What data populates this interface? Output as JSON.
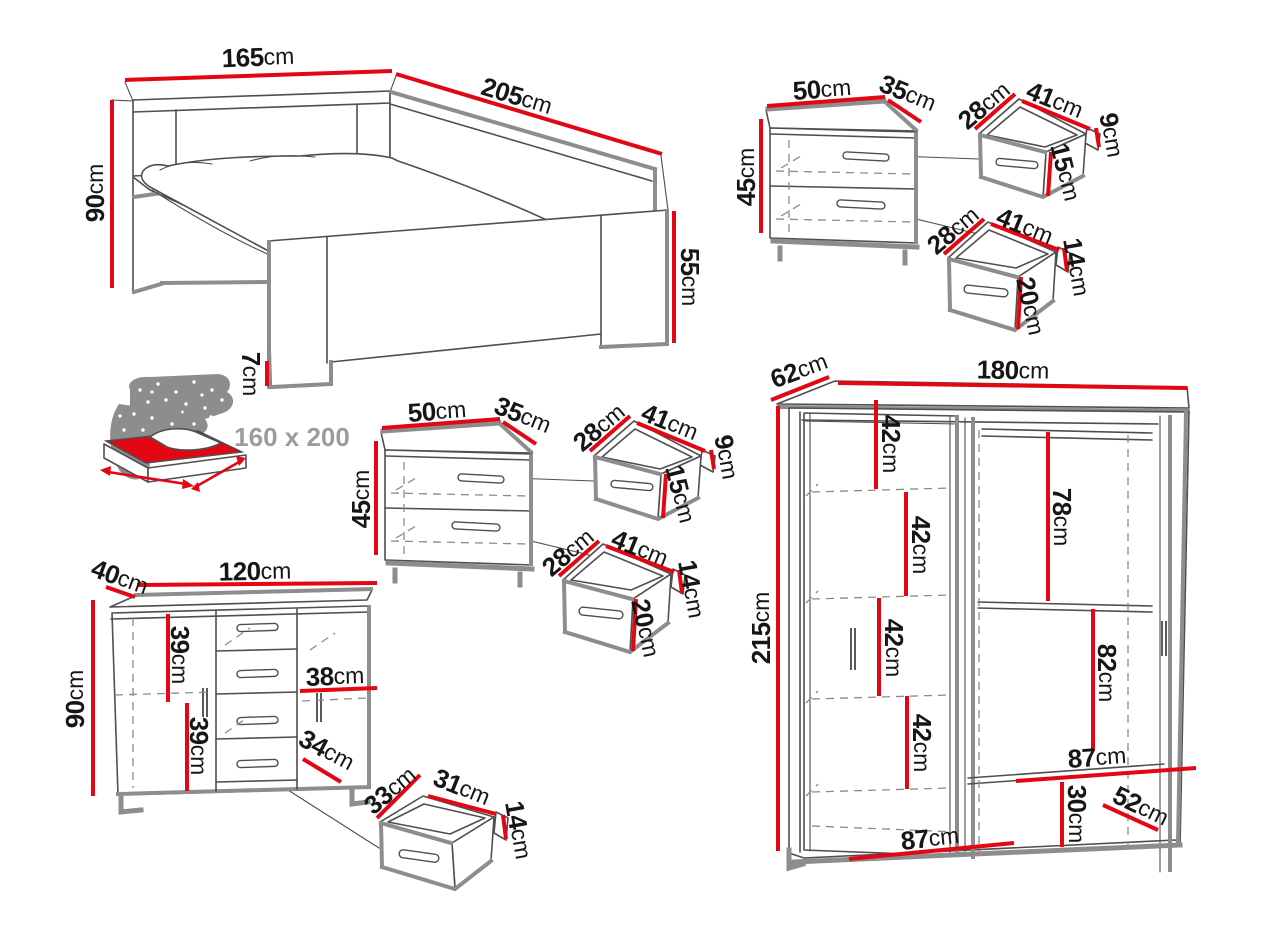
{
  "title": "Bedroom furniture set - dimensions diagram",
  "unit": "cm",
  "colors": {
    "accent": "#e30613",
    "line": "#4f4f4f",
    "line_soft": "#8d8d8d",
    "text": "#161616",
    "muted_text": "#9c9c9c"
  },
  "bed": {
    "width": "165",
    "length": "205",
    "headboard_height": "90",
    "footboard_height": "55",
    "leg_height": "7",
    "mattress_size": "160 x 200"
  },
  "nightstand_a": {
    "width": "50",
    "depth": "35",
    "height": "45",
    "drawer_top": {
      "depth": "28",
      "width": "41",
      "back_height": "9",
      "front_height": "15"
    },
    "drawer_bottom": {
      "depth": "28",
      "width": "41",
      "back_height": "14",
      "front_height": "20"
    }
  },
  "nightstand_b": {
    "width": "50",
    "depth": "35",
    "height": "45",
    "drawer_top": {
      "depth": "28",
      "width": "41",
      "back_height": "9",
      "front_height": "15"
    },
    "drawer_bottom": {
      "depth": "28",
      "width": "41",
      "back_height": "14",
      "front_height": "20"
    }
  },
  "dresser": {
    "depth": "40",
    "width": "120",
    "height": "90",
    "inner_top": "39",
    "inner_bottom": "39",
    "inner_right": "38",
    "inner_drawer": "34",
    "drawer": {
      "depth": "33",
      "width": "31",
      "height": "14"
    }
  },
  "wardrobe": {
    "depth": "62",
    "width": "180",
    "height": "215",
    "shelves": [
      "42",
      "42",
      "42",
      "42"
    ],
    "hanging_top": "78",
    "hanging_bottom": "82",
    "inner_width_top": "87",
    "bottom_height": "30",
    "bottom_depth": "52",
    "inner_width_bottom": "87"
  }
}
